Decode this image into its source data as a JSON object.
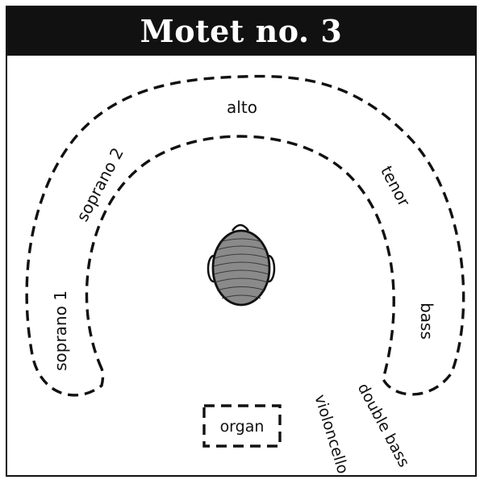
{
  "title": "Motet no. 3",
  "labels": {
    "alto": "alto",
    "soprano2": "soprano 2",
    "soprano1": "soprano 1",
    "tenor": "tenor",
    "bass": "bass",
    "organ": "organ",
    "violoncello": "violoncello",
    "double_bass": "double bass"
  },
  "colors": {
    "ink": "#111111",
    "paper": "#ffffff",
    "head": "#8a8a8a"
  },
  "icons": {
    "listener": "listener-head-icon"
  }
}
